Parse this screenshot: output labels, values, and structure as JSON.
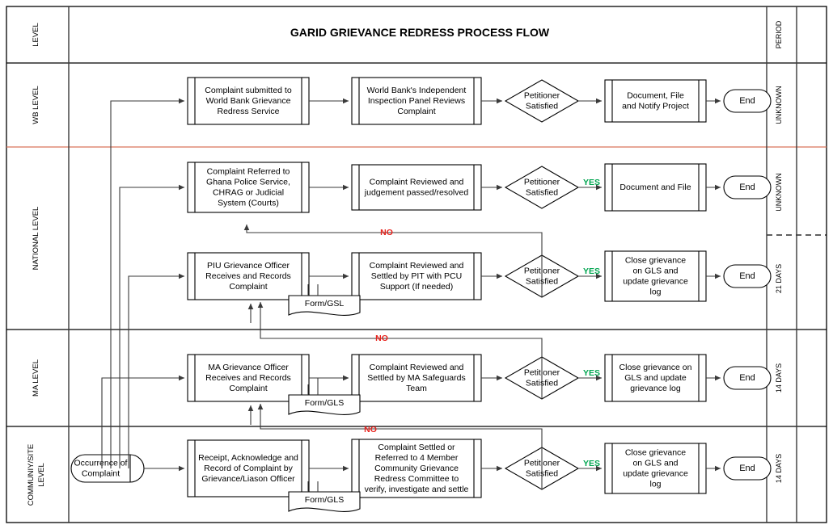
{
  "title": "GARID GRIEVANCE REDRESS PROCESS FLOW",
  "columns": {
    "left_header": "LEVEL",
    "right_header": "PERIOD"
  },
  "lanes": [
    {
      "id": "wb",
      "label": "WB LEVEL",
      "period": "UNKNOWN"
    },
    {
      "id": "national",
      "label": "NATIONAL LEVEL",
      "period_top": "UNKNOWN",
      "period_bottom": "21 DAYS"
    },
    {
      "id": "ma",
      "label": "MA LEVEL",
      "period": "14 DAYS"
    },
    {
      "id": "community",
      "label": "COMMUNIY/SITE LEVEL",
      "period": "14 DAYS"
    }
  ],
  "start": {
    "label": "Occurrence of Complaint",
    "line1": "Occurrence of",
    "line2": "Complaint"
  },
  "rows": [
    {
      "id": "wb-row",
      "process1": {
        "lines": [
          "Complaint submitted to",
          "World Bank Grievance",
          "Redress Service"
        ]
      },
      "process2": {
        "lines": [
          "World Bank's Independent",
          "Inspection Panel Reviews",
          "Complaint"
        ]
      },
      "decision": {
        "lines": [
          "Petitioner",
          "Satisfied"
        ]
      },
      "yes_label": "",
      "no_label": "",
      "result": {
        "lines": [
          "Document, File",
          "and Notify Project"
        ]
      },
      "end": "End",
      "form": ""
    },
    {
      "id": "national-courts-row",
      "process1": {
        "lines": [
          "Complaint Referred to",
          "Ghana Police Service,",
          "CHRAG or Judicial",
          "System (Courts)"
        ]
      },
      "process2": {
        "lines": [
          "Complaint Reviewed and",
          "judgement passed/resolved"
        ]
      },
      "decision": {
        "lines": [
          "Petitioner",
          "Satisfied"
        ]
      },
      "yes_label": "YES",
      "no_label": "",
      "result": {
        "lines": [
          "Document and File"
        ]
      },
      "end": "End",
      "form": ""
    },
    {
      "id": "national-piu-row",
      "process1": {
        "lines": [
          "PIU Grievance Officer",
          "Receives and Records",
          "Complaint"
        ]
      },
      "process2": {
        "lines": [
          "Complaint Reviewed and",
          "Settled by PIT with PCU",
          "Support (If needed)"
        ]
      },
      "decision": {
        "lines": [
          "Petitioner",
          "Satisfied"
        ]
      },
      "yes_label": "YES",
      "no_label": "NO",
      "result": {
        "lines": [
          "Close grievance",
          "on GLS and",
          "update grievance",
          "log"
        ]
      },
      "end": "End",
      "form": "Form/GSL"
    },
    {
      "id": "ma-row",
      "process1": {
        "lines": [
          "MA Grievance Officer",
          "Receives and Records",
          "Complaint"
        ]
      },
      "process2": {
        "lines": [
          "Complaint Reviewed and",
          "Settled by MA Safeguards",
          "Team"
        ]
      },
      "decision": {
        "lines": [
          "Petitioner",
          "Satisfied"
        ]
      },
      "yes_label": "YES",
      "no_label": "NO",
      "result": {
        "lines": [
          "Close grievance on",
          "GLS and update",
          "grievance log"
        ]
      },
      "end": "End",
      "form": "Form/GLS"
    },
    {
      "id": "community-row",
      "process1": {
        "lines": [
          "Receipt, Acknowledge and",
          "Record of Complaint  by",
          "Grievance/Liason Officer"
        ]
      },
      "process2": {
        "lines": [
          "Complaint Settled or",
          "Referred to 4 Member",
          "Community Grievance",
          "Redress Committee to",
          "verify, investigate and settle"
        ]
      },
      "decision": {
        "lines": [
          "Petitioner",
          "Satisfied"
        ]
      },
      "yes_label": "YES",
      "no_label": "NO",
      "result": {
        "lines": [
          "Close grievance",
          "on GLS and",
          "update grievance",
          "log"
        ]
      },
      "end": "End",
      "form": "Form/GLS"
    }
  ],
  "colors": {
    "yes": "#00a550",
    "no": "#e8231d",
    "lane_divider_red": "#d9745a",
    "connector": "#3a3a3a",
    "shape_stroke": "#000000"
  }
}
